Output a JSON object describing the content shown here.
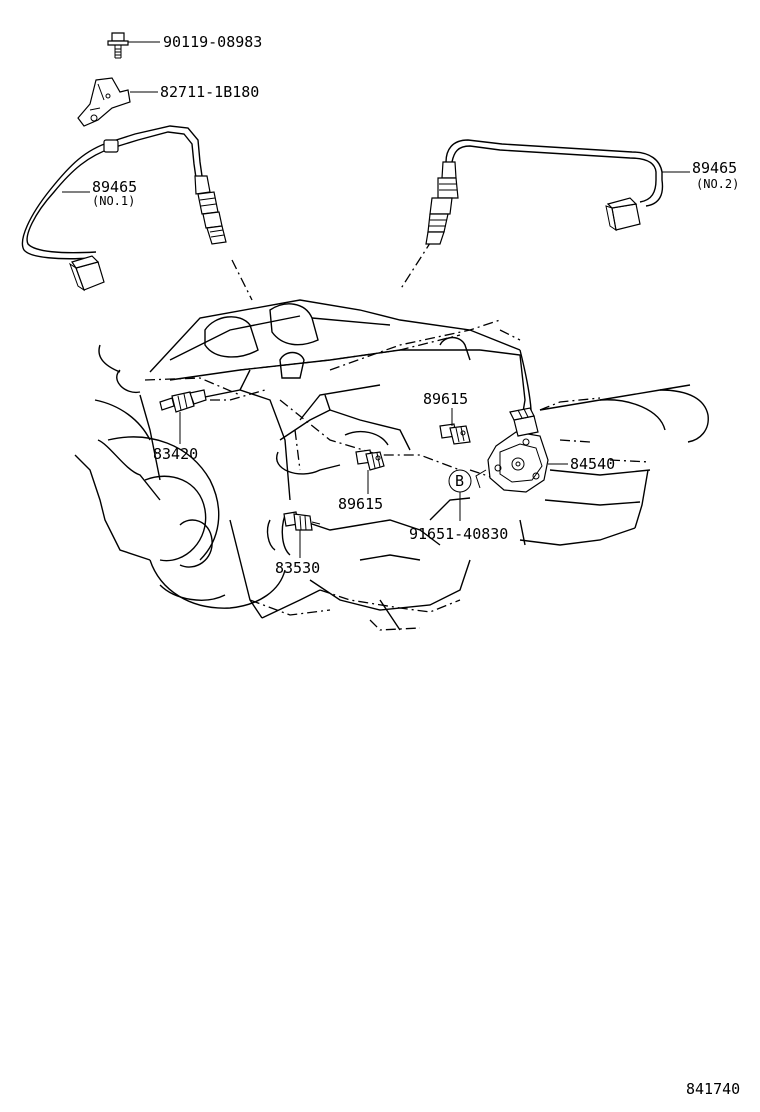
{
  "parts": {
    "bolt": "90119-08983",
    "clamp": "82711-1B180",
    "sensor_no1": "89465",
    "sensor_no1_note": "(NO.1)",
    "sensor_no2": "89465",
    "sensor_no2_note": "(NO.2)",
    "temp_sensor": "83420",
    "knock_sensor_upper": "89615",
    "knock_sensor_lower": "89615",
    "oil_pressure_switch": "83530",
    "neutral_switch": "84540",
    "clip": "91651-40830",
    "clip_ref": "B"
  },
  "diagram_code": "841740"
}
